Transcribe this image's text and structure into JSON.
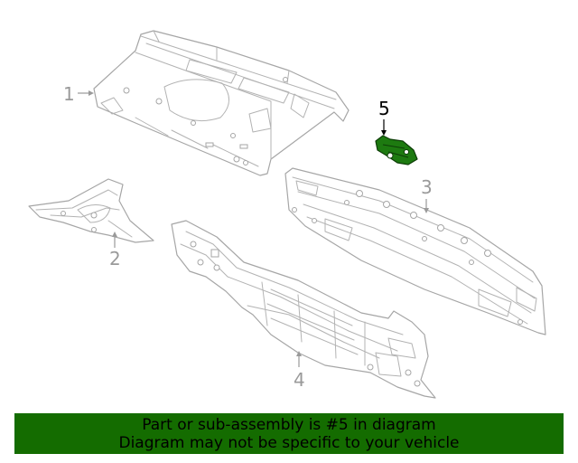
{
  "diagram": {
    "callouts": [
      {
        "id": "1",
        "label": "1"
      },
      {
        "id": "2",
        "label": "2"
      },
      {
        "id": "3",
        "label": "3"
      },
      {
        "id": "4",
        "label": "4"
      },
      {
        "id": "5",
        "label": "5"
      }
    ],
    "highlight_part": "5",
    "highlight_color": "#1d7a10",
    "line_color": "#a6a6a6"
  },
  "banner": {
    "line1": "Part or sub-assembly is #5 in diagram",
    "line2": "Diagram may not be specific to your vehicle",
    "background": "#146c00"
  }
}
